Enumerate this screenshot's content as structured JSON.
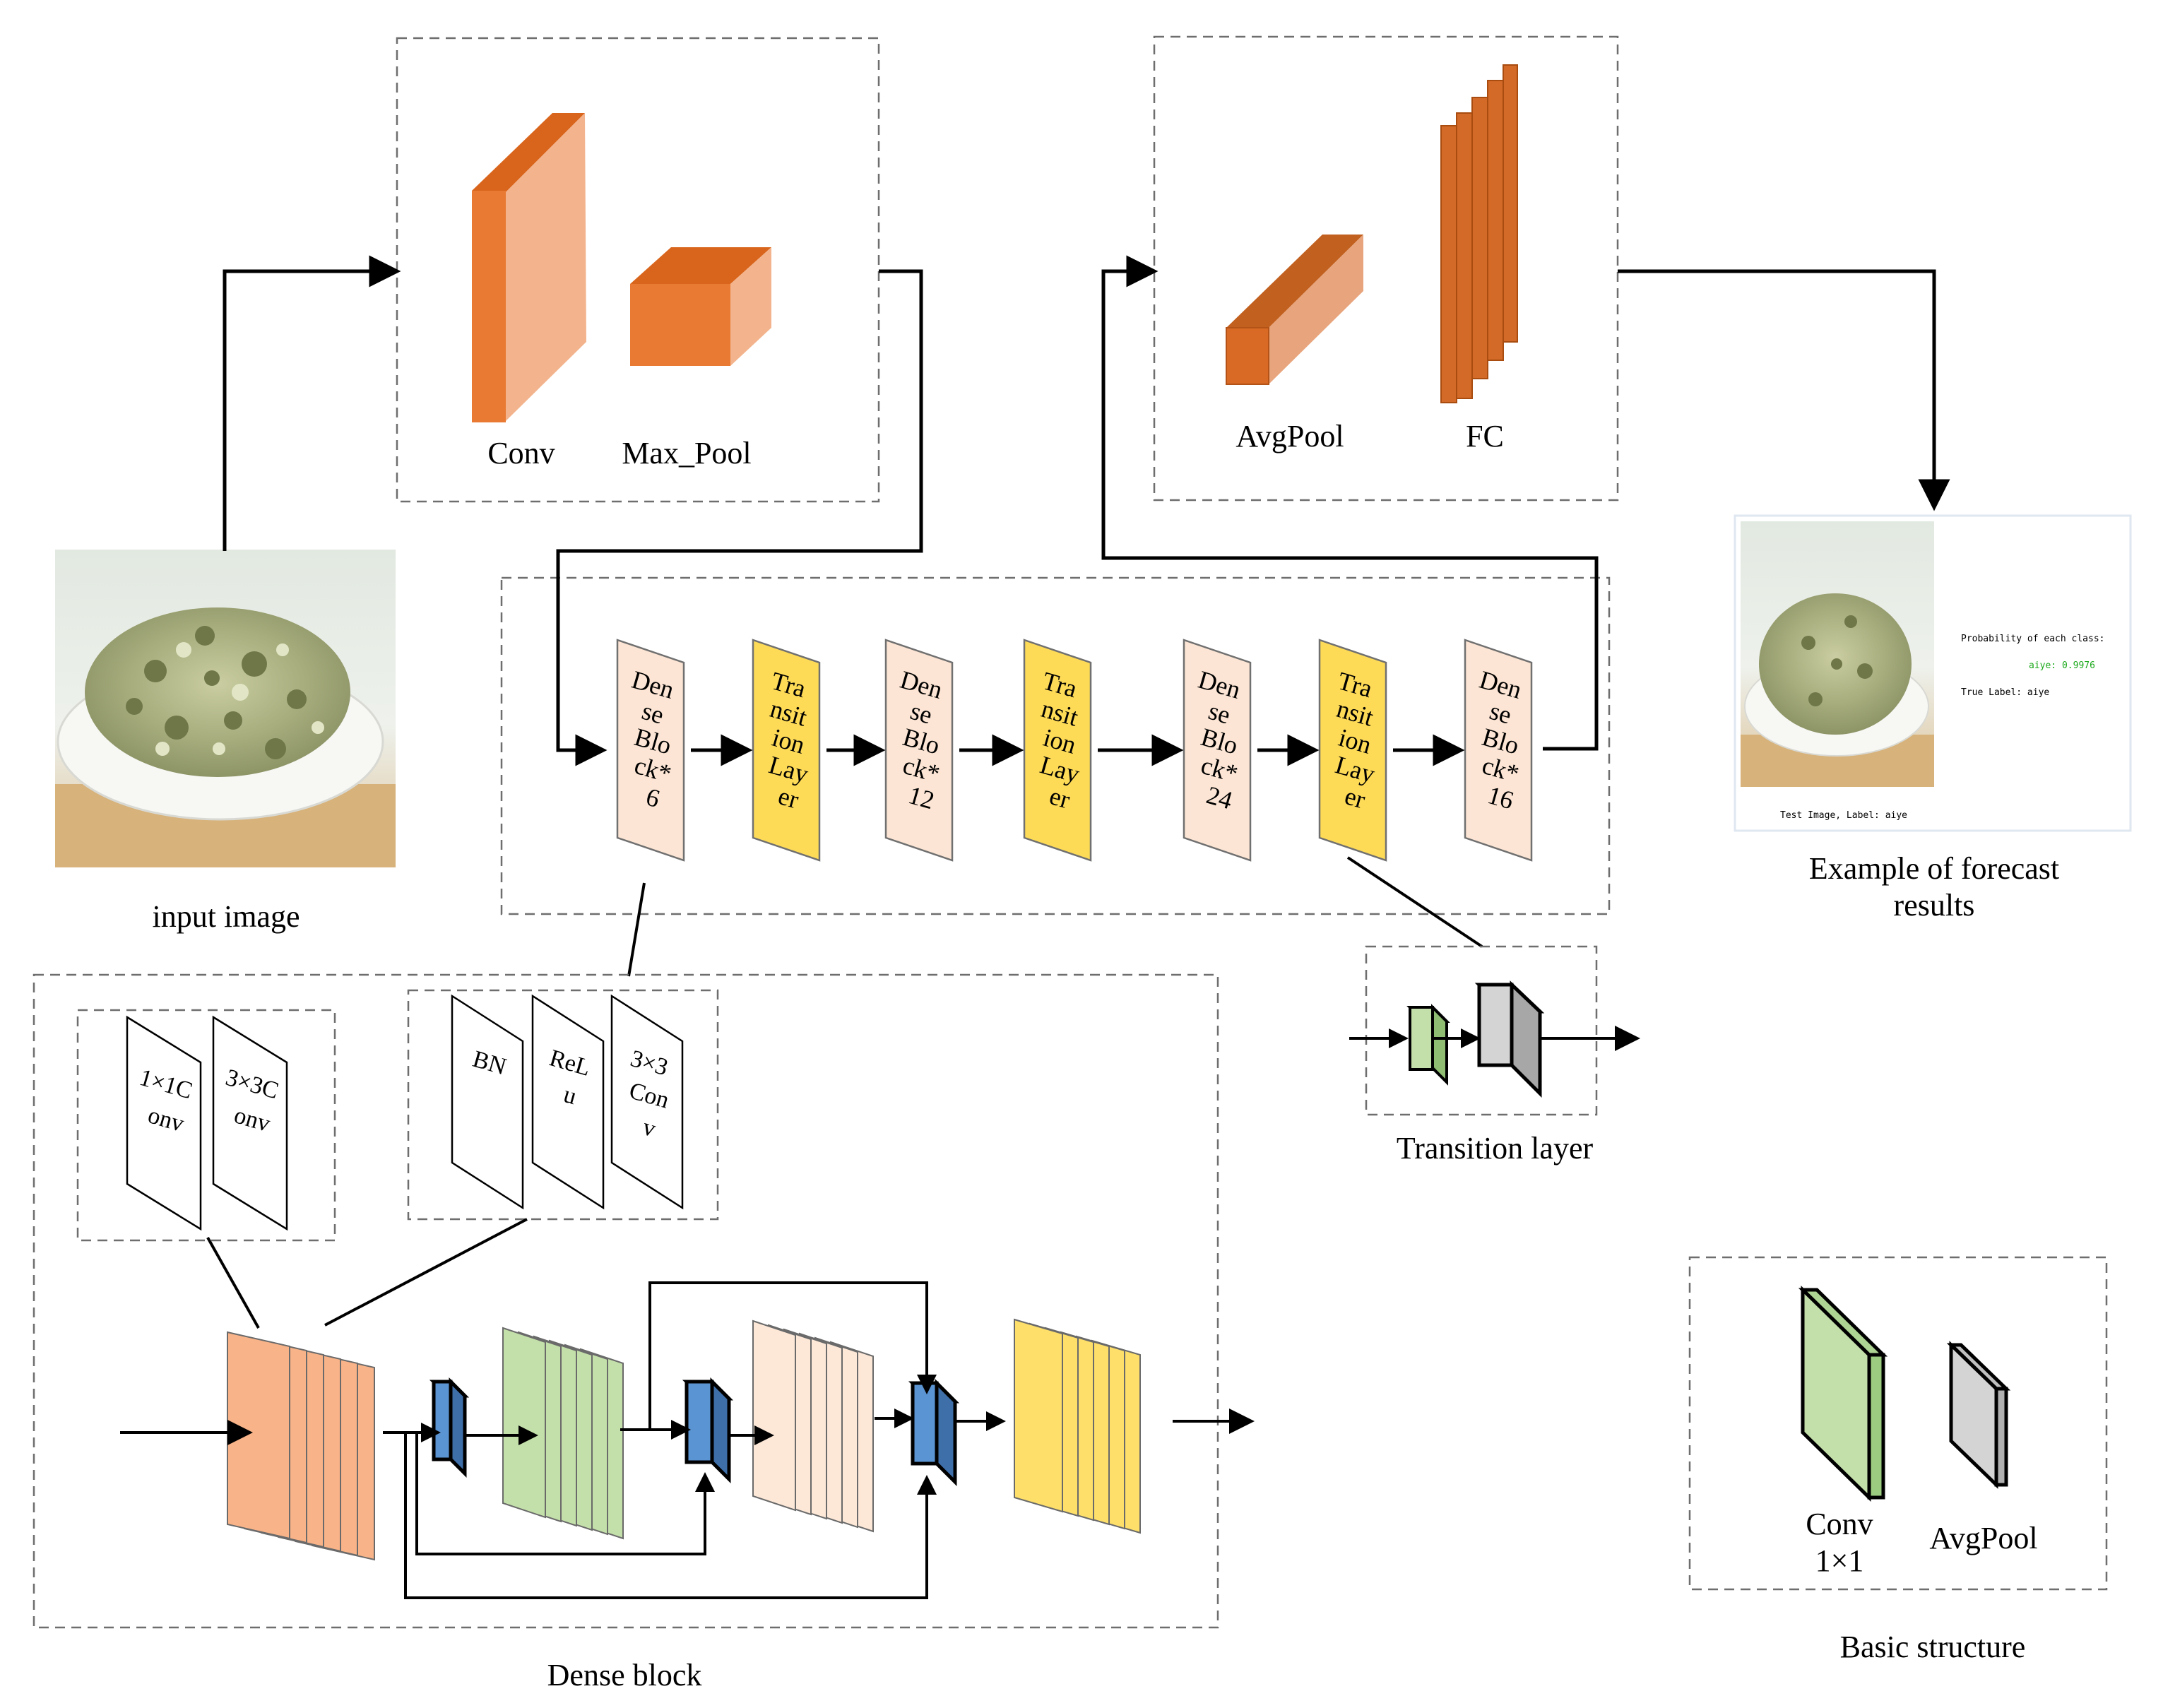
{
  "labels": {
    "conv": "Conv",
    "max_pool": "Max_Pool",
    "avg_pool": "AvgPool",
    "fc": "FC",
    "input_image": "input image",
    "example_line1": "Example of forecast",
    "example_line2": "results",
    "transition_layer": "Transition layer",
    "dense_block": "Dense block",
    "basic_structure": "Basic structure",
    "basic_conv_line1": "Conv",
    "basic_conv_line2": "1×1",
    "basic_avgpool": "AvgPool"
  },
  "pipeline_blocks": [
    {
      "kind": "dense",
      "lines": [
        "Den",
        "se",
        "Blo",
        "ck*",
        "6"
      ]
    },
    {
      "kind": "transition",
      "lines": [
        "Tra",
        "nsit",
        "ion",
        "Lay",
        "er"
      ]
    },
    {
      "kind": "dense",
      "lines": [
        "Den",
        "se",
        "Blo",
        "ck*",
        "12"
      ]
    },
    {
      "kind": "transition",
      "lines": [
        "Tra",
        "nsit",
        "ion",
        "Lay",
        "er"
      ]
    },
    {
      "kind": "dense",
      "lines": [
        "Den",
        "se",
        "Blo",
        "ck*",
        "24"
      ]
    },
    {
      "kind": "transition",
      "lines": [
        "Tra",
        "nsit",
        "ion",
        "Lay",
        "er"
      ]
    },
    {
      "kind": "dense",
      "lines": [
        "Den",
        "se",
        "Blo",
        "ck*",
        "16"
      ]
    }
  ],
  "conv_sheets": [
    {
      "lines": [
        "1×1C",
        "onv"
      ]
    },
    {
      "lines": [
        "3×3C",
        "onv"
      ]
    }
  ],
  "bn_sheets": [
    {
      "lines": [
        "BN"
      ]
    },
    {
      "lines": [
        "ReL",
        "u"
      ]
    },
    {
      "lines": [
        "3×3",
        "Con",
        "v"
      ]
    }
  ],
  "forecast": {
    "title": "Probability of each class:",
    "value": "aiye: 0.9976",
    "true_label": "True Label: aiye",
    "caption": "Test Image, Label: aiye"
  },
  "colors": {
    "orange": "#e87a33",
    "orange_light": "#f3b48d",
    "orange_dark": "#d05f14",
    "dense_fill": "#fce5d4",
    "transition_fill": "#fedb57",
    "green": "#c4e0aa",
    "blue": "#5b94d2",
    "gray": "#d4d4d4",
    "salmon": "#f9b388",
    "yellow": "#fddf6a",
    "peach": "#fde8d8",
    "prob_green": "#1aa81a"
  }
}
